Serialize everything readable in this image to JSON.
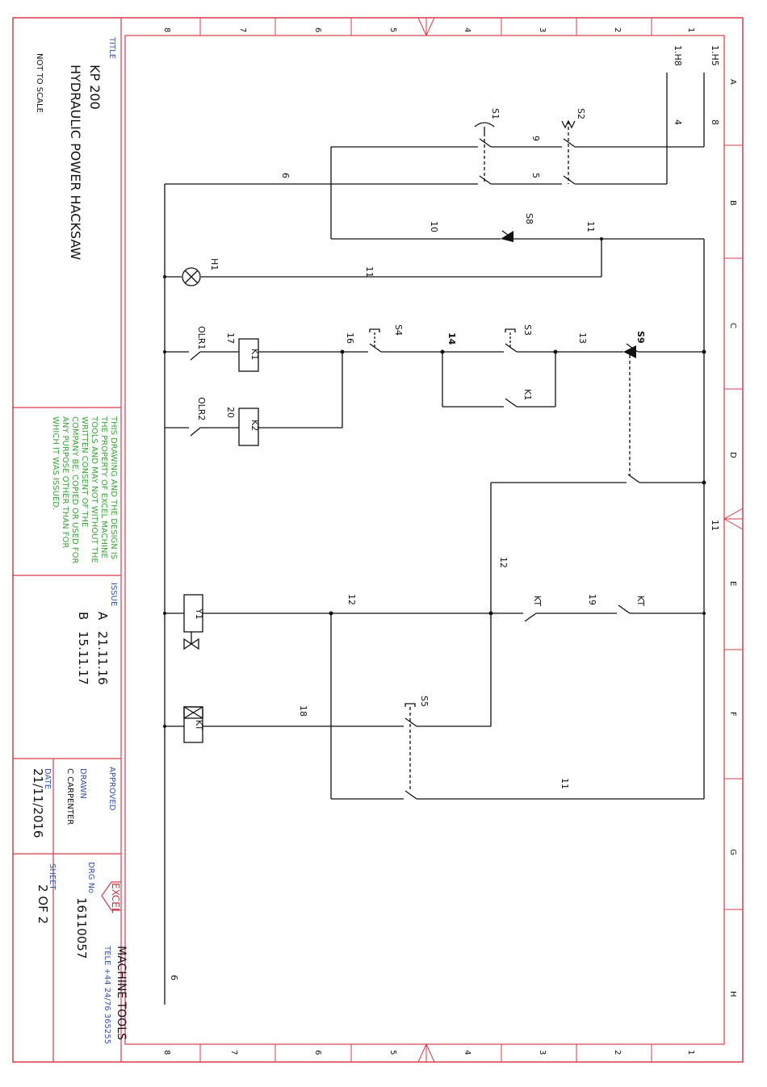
{
  "title_block": {
    "title_label": "TITLE",
    "title_line1": "KP 200",
    "title_line2": "HYDRAULIC POWER HACKSAW",
    "scale_note": "NOT TO SCALE",
    "copyright": [
      "THIS DRAWING AND THE DESIGN IS",
      "THE PROPERTY OF EXCEL MACHINE",
      "TOOLS AND MAY NOT WITHOUT THE",
      "WRITTEN CONSENT OF THE",
      "COMPANY BE, COPIED OR USED FOR",
      "ANY PURPOSE OTHER THAN FOR",
      "WHICH IT WAS ISSUED."
    ],
    "issue_label": "ISSUE",
    "issues": [
      {
        "rev": "A",
        "date": "21.11.16"
      },
      {
        "rev": "B",
        "date": "15.11.17"
      }
    ],
    "approved_label": "APPROVED",
    "drawn_label": "DRAWN",
    "drawn_by": "C CARPENTER",
    "date_label": "DATE",
    "date_value": "21/11/2016",
    "drg_label": "DRG No",
    "drg_no": "16110057",
    "sheet_label": "SHEET",
    "sheet_value": "2 OF 2",
    "logo_text": "EXCEL",
    "company": "MACHINE TOOLS",
    "tele": "TELE +44 24/76 365255"
  },
  "border": {
    "numbers": [
      "8",
      "7",
      "6",
      "5",
      "4",
      "3",
      "2",
      "1"
    ],
    "letters": [
      "A",
      "B",
      "C",
      "D",
      "E",
      "F",
      "G",
      "H"
    ]
  },
  "diagram": {
    "supply_in": [
      "1.H5",
      "1.H8"
    ],
    "components": {
      "s1": "S1",
      "s2": "S2",
      "s3": "S3",
      "s4": "S4",
      "s5": "S5",
      "s8": "S8",
      "s9": "S9",
      "h1": "H1",
      "k1": "K1",
      "k1_contact": "K1",
      "k2": "K2",
      "olr1": "OLR1",
      "olr2": "OLR2",
      "kt_coil": "KT",
      "kt_contact_a": "KT",
      "kt_contact_b": "KT",
      "y1": "Y1"
    },
    "wires": {
      "w8": "8",
      "w4": "4",
      "w9": "9",
      "w5": "5",
      "w6_top": "6",
      "w10": "10",
      "w11_a": "11",
      "w11_b": "11",
      "w13": "13",
      "w14": "14",
      "w16": "16",
      "w17": "17",
      "w20": "20",
      "w11_c": "11",
      "w12_a": "12",
      "w12_b": "12",
      "w19": "19",
      "w18": "18",
      "w11_d": "11",
      "w6_bottom": "6"
    }
  },
  "colors": {
    "frame": "#d93a4a",
    "line": "#111111",
    "green": "#3aa33a",
    "blue": "#3355aa"
  }
}
